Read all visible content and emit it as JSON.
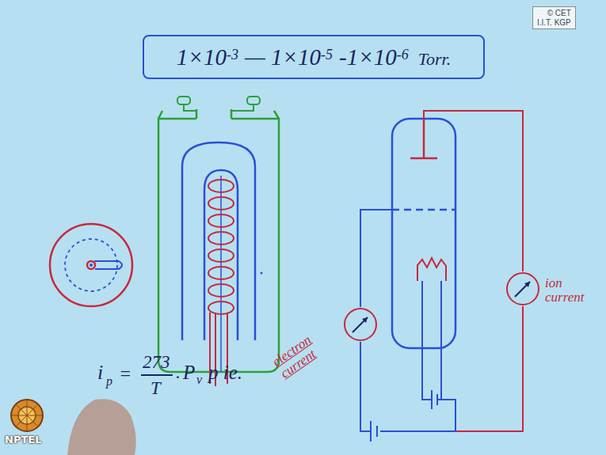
{
  "diagram": {
    "nodes": [
      {
        "text": [
          "© CET",
          "I.I.T. KGP"
        ]
      },
      {
        "text": [
          "1×10",
          "-3",
          "— 1×10",
          "-5",
          "-1×10",
          "-6",
          "Torr."
        ]
      },
      {
        "text": [
          "ion current"
        ]
      },
      {
        "text": [
          "electron current"
        ]
      }
    ],
    "labels": [
      "i",
      "p",
      "=",
      "273",
      "T",
      ".",
      "P",
      "v",
      "p ie.",
      "NPTEL"
    ]
  }
}
